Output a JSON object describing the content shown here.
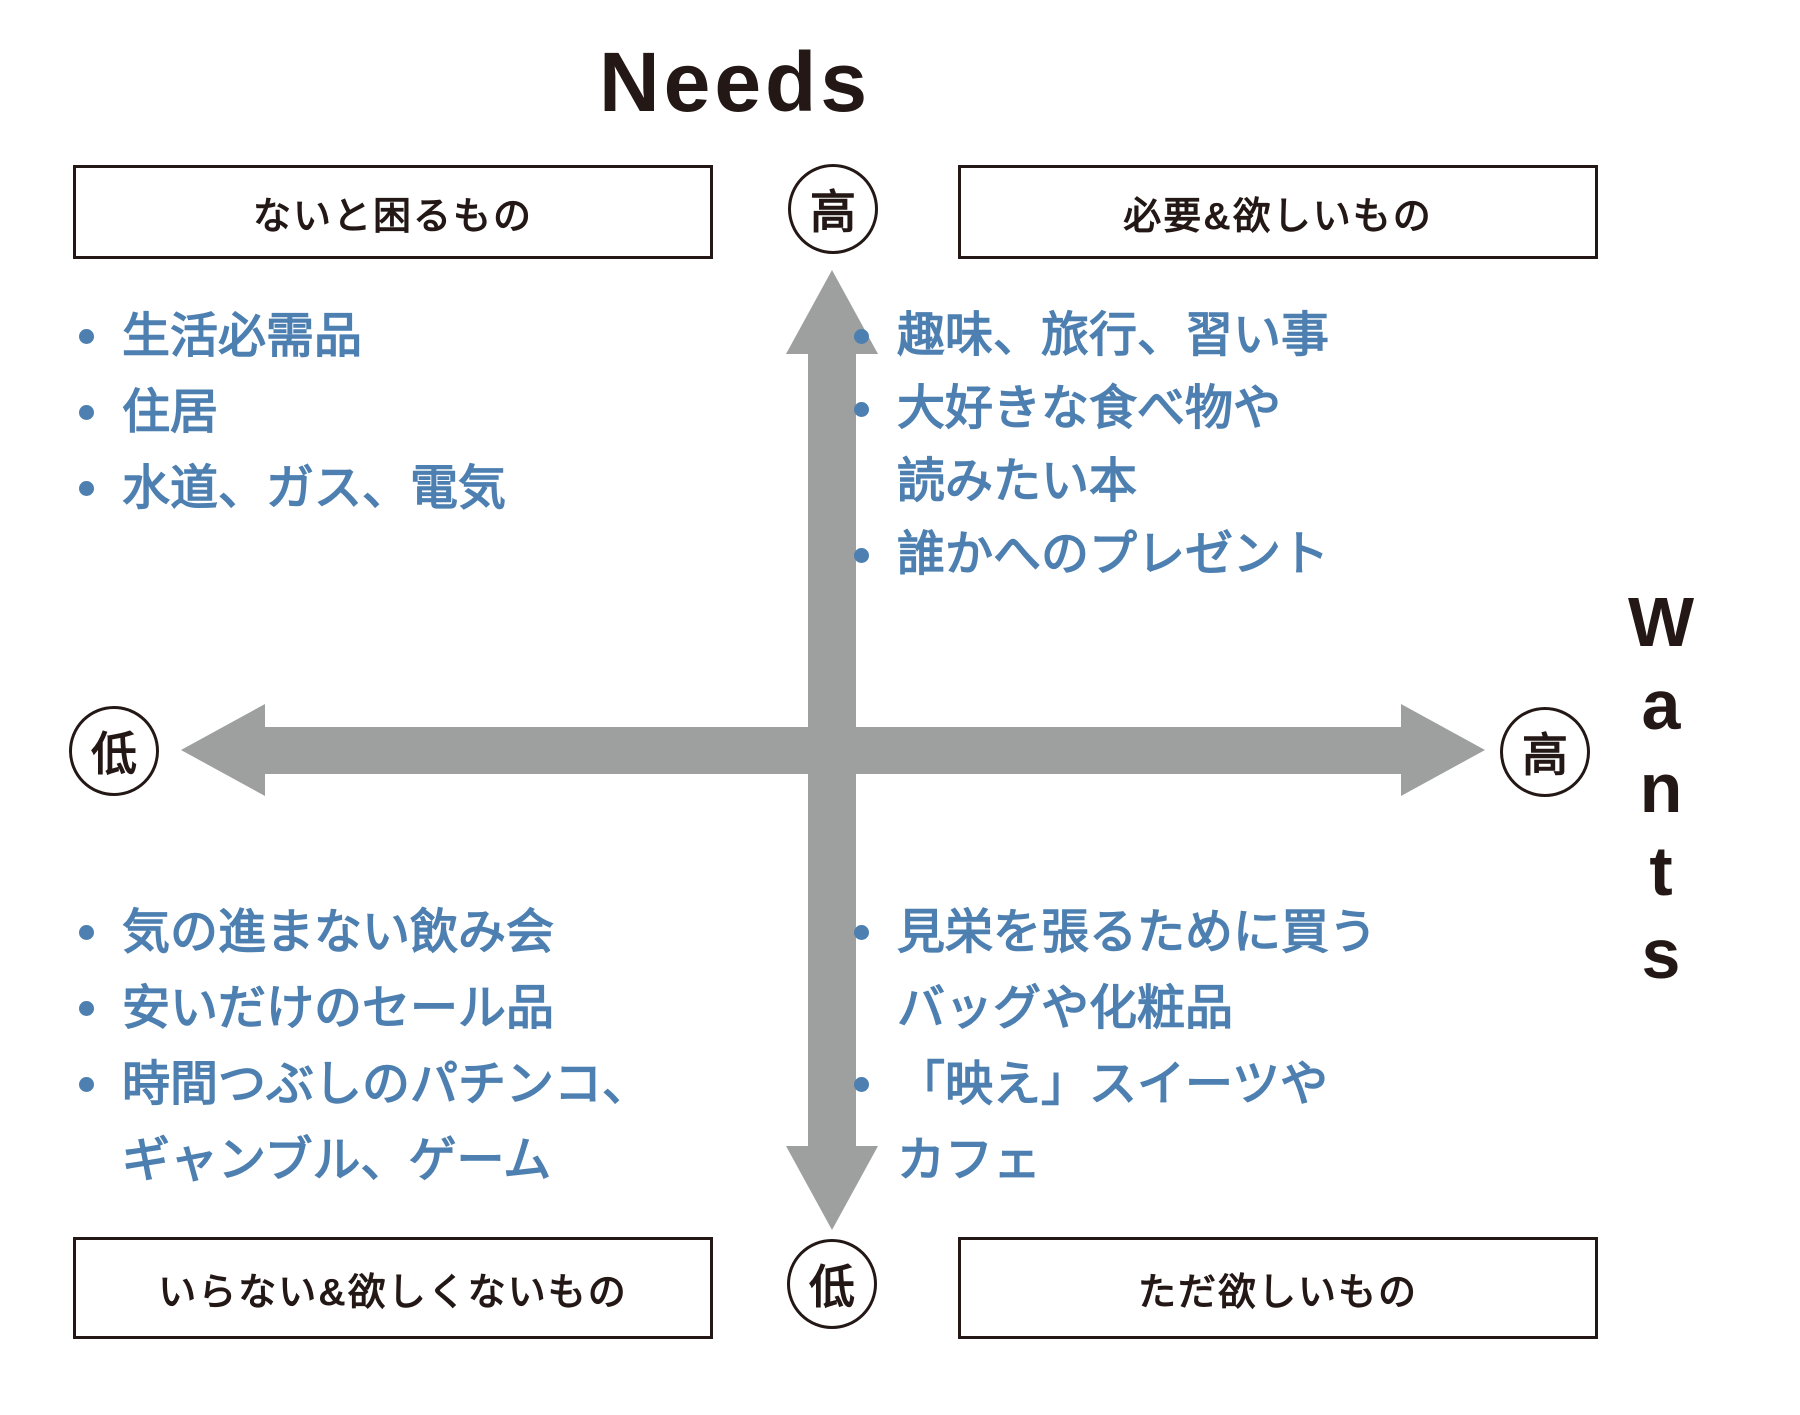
{
  "titles": {
    "needs": "Needs",
    "wants": "Wants"
  },
  "axis": {
    "needs_high": "高",
    "needs_low": "低",
    "wants_high": "高",
    "wants_low": "低"
  },
  "quadrants": {
    "top_left": {
      "label": "ないと困るもの",
      "items": [
        [
          "生活必需品"
        ],
        [
          "住居"
        ],
        [
          "水道、ガス、電気"
        ]
      ]
    },
    "top_right": {
      "label": "必要&欲しいもの",
      "items": [
        [
          "趣味、旅行、習い事"
        ],
        [
          "大好きな食べ物や",
          "読みたい本"
        ],
        [
          "誰かへのプレゼント"
        ]
      ]
    },
    "bottom_left": {
      "label": "いらない&欲しくないもの",
      "items": [
        [
          "気の進まない飲み会"
        ],
        [
          "安いだけのセール品"
        ],
        [
          "時間つぶしのパチンコ、",
          "ギャンブル、ゲーム"
        ]
      ]
    },
    "bottom_right": {
      "label": "ただ欲しいもの",
      "items": [
        [
          "見栄を張るために買う",
          "バッグや化粧品"
        ],
        [
          "「映え」スイーツや",
          "カフェ"
        ]
      ]
    }
  },
  "colors": {
    "accent_blue": "#4d80b1",
    "arrow_gray": "#9e9f9f",
    "ink": "#231815"
  }
}
